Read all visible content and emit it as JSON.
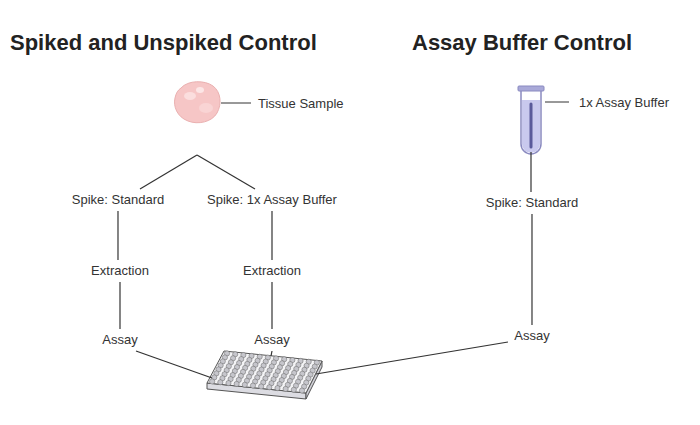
{
  "diagram": {
    "nodes": [
      {
        "text": [
          "Tissue Sample"
        ]
      },
      {
        "text": [
          "Spike: Standard"
        ]
      },
      {
        "text": [
          "Spike: 1x Assay Buffer"
        ]
      },
      {
        "text": [
          "Extraction"
        ]
      },
      {
        "text": [
          "Extraction"
        ]
      },
      {
        "text": [
          "Assay"
        ]
      },
      {
        "text": [
          "Assay"
        ]
      },
      {
        "text": [
          "1x Assay Buffer"
        ]
      },
      {
        "text": [
          "Spike: Standard"
        ]
      },
      {
        "text": [
          "Assay"
        ]
      }
    ],
    "edges": [
      {
        "from": 0,
        "to": 1,
        "arrow": "none"
      },
      {
        "from": 0,
        "to": 2,
        "arrow": "none"
      },
      {
        "from": 1,
        "to": 3,
        "arrow": "none"
      },
      {
        "from": 2,
        "to": 4,
        "arrow": "none"
      },
      {
        "from": 3,
        "to": 5,
        "arrow": "none"
      },
      {
        "from": 4,
        "to": 6,
        "arrow": "none"
      },
      {
        "from": 7,
        "to": 8,
        "arrow": "none"
      },
      {
        "from": 8,
        "to": 9,
        "arrow": "none"
      }
    ],
    "labels": [
      "Spiked and Unspiked Control",
      "Assay Buffer Control"
    ]
  }
}
